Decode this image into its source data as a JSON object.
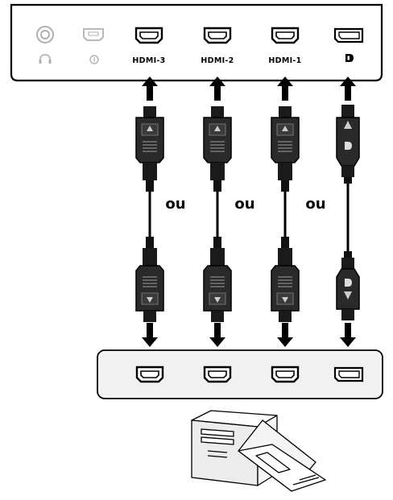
{
  "monitor_ports": [
    {
      "type": "audio"
    },
    {
      "type": "service"
    },
    {
      "type": "hdmi",
      "label": "HDMI-3"
    },
    {
      "type": "hdmi",
      "label": "HDMI-2"
    },
    {
      "type": "hdmi",
      "label": "HDMI-1"
    },
    {
      "type": "displayport",
      "label": "D"
    }
  ],
  "cables": [
    {
      "type": "hdmi"
    },
    {
      "type": "hdmi"
    },
    {
      "type": "hdmi"
    },
    {
      "type": "displayport"
    }
  ],
  "separator_text": "ou",
  "pc_ports": [
    "hdmi",
    "hdmi",
    "hdmi",
    "displayport"
  ],
  "colors": {
    "line": "#000000",
    "cable": "#222222",
    "panel": "#f3f3f3",
    "icon_gray": "#b0b0b0"
  }
}
